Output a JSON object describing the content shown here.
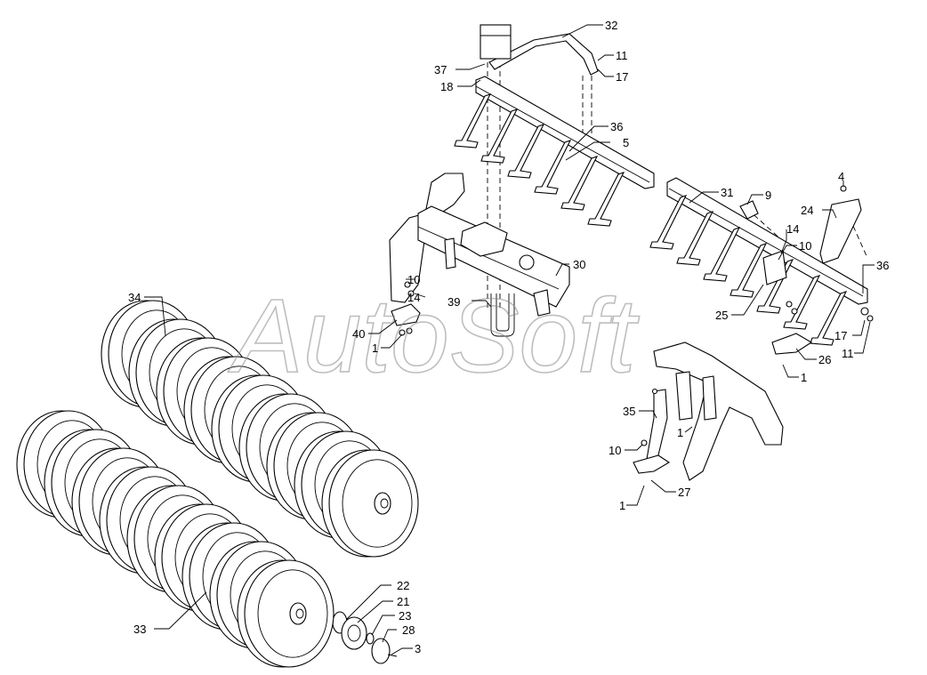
{
  "watermark": "AutoSoft",
  "labels": [
    {
      "id": "32",
      "text": "32"
    },
    {
      "id": "11a",
      "text": "11"
    },
    {
      "id": "17a",
      "text": "17"
    },
    {
      "id": "37",
      "text": "37"
    },
    {
      "id": "18",
      "text": "18"
    },
    {
      "id": "36a",
      "text": "36"
    },
    {
      "id": "5",
      "text": "5"
    },
    {
      "id": "4",
      "text": "4"
    },
    {
      "id": "9",
      "text": "9"
    },
    {
      "id": "31",
      "text": "31"
    },
    {
      "id": "24",
      "text": "24"
    },
    {
      "id": "14a",
      "text": "14"
    },
    {
      "id": "10a",
      "text": "10"
    },
    {
      "id": "36b",
      "text": "36"
    },
    {
      "id": "30",
      "text": "30"
    },
    {
      "id": "10b",
      "text": "10"
    },
    {
      "id": "14b",
      "text": "14"
    },
    {
      "id": "39",
      "text": "39"
    },
    {
      "id": "40",
      "text": "40"
    },
    {
      "id": "1a",
      "text": "1"
    },
    {
      "id": "25",
      "text": "25"
    },
    {
      "id": "17b",
      "text": "17"
    },
    {
      "id": "11b",
      "text": "11"
    },
    {
      "id": "26",
      "text": "26"
    },
    {
      "id": "1b",
      "text": "1"
    },
    {
      "id": "34",
      "text": "34"
    },
    {
      "id": "35",
      "text": "35"
    },
    {
      "id": "1c",
      "text": "1"
    },
    {
      "id": "10c",
      "text": "10"
    },
    {
      "id": "27",
      "text": "27"
    },
    {
      "id": "1d",
      "text": "1"
    },
    {
      "id": "22",
      "text": "22"
    },
    {
      "id": "21",
      "text": "21"
    },
    {
      "id": "23",
      "text": "23"
    },
    {
      "id": "28",
      "text": "28"
    },
    {
      "id": "3",
      "text": "3"
    },
    {
      "id": "33",
      "text": "33"
    }
  ]
}
